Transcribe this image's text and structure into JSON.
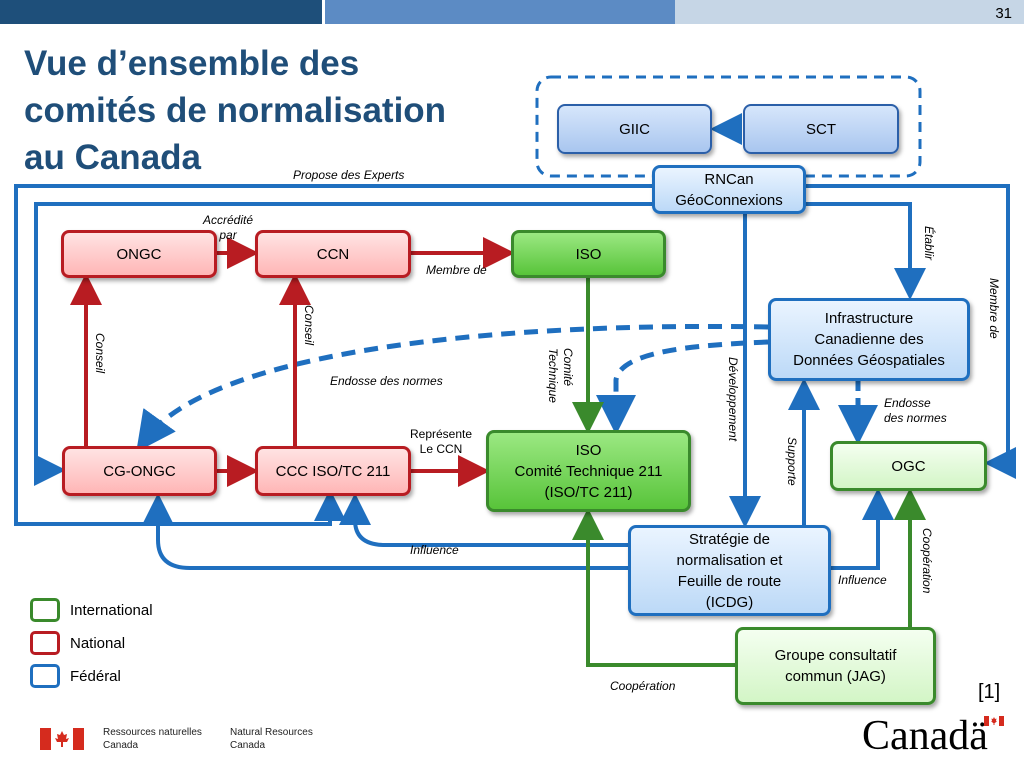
{
  "page": {
    "number": "31",
    "title": "Vue d’ensemble des\ncomités de normalisation\nau Canada"
  },
  "nodes": {
    "giic": "GIIC",
    "sct": "SCT",
    "rncan": "RNCan\nGéoConnexions",
    "ongc": "ONGC",
    "ccn": "CCN",
    "iso": "ISO",
    "icdg": "Infrastructure\nCanadienne des\nDonnées Géospatiales",
    "cgongc": "CG-ONGC",
    "ccc": "CCC ISO/TC 211",
    "isotc": "ISO\nComité Technique 211\n(ISO/TC 211)",
    "ogc": "OGC",
    "strategie": "Stratégie de\nnormalisation et\nFeuille de route\n(ICDG)",
    "jag": "Groupe consultatif\ncommun (JAG)"
  },
  "labels": {
    "propose": "Propose des Experts",
    "accredite": "Accrédité\npar",
    "membre_de": "Membre de",
    "etablir": "Établir",
    "membre_de_right": "Membre de",
    "conseil_left": "Conseil",
    "conseil_mid": "Conseil",
    "comite": "Comité\nTechnique",
    "endosse": "Endosse des normes",
    "developpement": "Développement",
    "endosse2": "Endosse\ndes normes",
    "represente": "Représente\nLe CCN",
    "supporte": "Supporte",
    "influence1": "Influence",
    "influence2": "Influence",
    "cooperation_right": "Coopération",
    "cooperation_bottom": "Coopération"
  },
  "legend": {
    "international": "International",
    "national": "National",
    "federal": "Fédéral"
  },
  "reference": "[1]",
  "footer": {
    "fr": "Ressources naturelles\nCanada",
    "en": "Natural Resources\nCanada",
    "wordmark": "Canadä"
  },
  "colors": {
    "international": "#3a8a2c",
    "national": "#b81c22",
    "federal": "#1f6fbf",
    "title": "#1f4e79"
  }
}
